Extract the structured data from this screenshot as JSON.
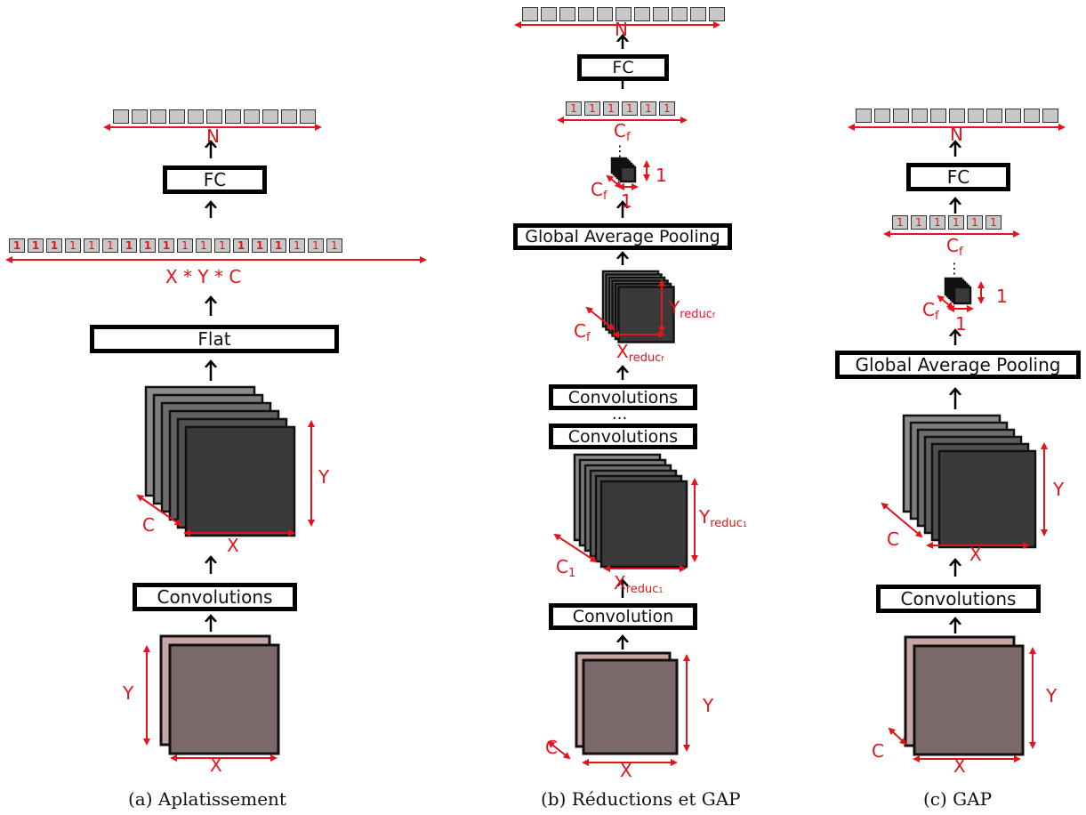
{
  "colors": {
    "annotation": "#e3141b",
    "input_square": "#c8a6a3",
    "input_inner": "#7b6a69",
    "feature_map": "#3a3a3a",
    "cell": "#c8c8c8"
  },
  "panel_a": {
    "caption": "(a) Aplatissement",
    "blocks": [
      "Convolutions",
      "Flat",
      "FC"
    ],
    "labels": {
      "input_x": "X",
      "input_y": "Y",
      "fm_x": "X",
      "fm_y": "Y",
      "fm_c": "C",
      "flat_size": "X * Y * C",
      "out_n": "N"
    },
    "flat_cells": [
      "1",
      "1",
      "1",
      "1",
      "1",
      "1",
      "1",
      "1",
      "1",
      "1",
      "1",
      "1",
      "1",
      "1",
      "1",
      "1",
      "1",
      "1"
    ],
    "flat_bold": [
      true,
      true,
      true,
      false,
      false,
      false,
      true,
      true,
      true,
      false,
      false,
      false,
      true,
      true,
      true,
      false,
      false,
      false
    ]
  },
  "panel_b": {
    "caption": "(b) Réductions et GAP",
    "blocks": [
      "Convolution",
      "Convolutions",
      "...",
      "Convolutions",
      "Global Average Pooling",
      "FC"
    ],
    "labels": {
      "input_x": "X",
      "input_y": "Y",
      "input_c": "C",
      "fm1_x": "X",
      "fm1_x_sub": "reduc",
      "fm1_x_subsub": "1",
      "fm1_y": "Y",
      "fm1_y_sub": "reduc",
      "fm1_y_subsub": "1",
      "fm1_c": "C",
      "fm1_c_sub": "1",
      "fm2_x": "X",
      "fm2_x_sub": "reduc",
      "fm2_x_subsub": "f",
      "fm2_y": "Y",
      "fm2_y_sub": "reduc",
      "fm2_y_subsub": "f",
      "fm2_c": "C",
      "fm2_c_sub": "f",
      "gap_one_right": "1",
      "gap_one_bottom": "1",
      "gap_c": "C",
      "gap_c_sub": "f",
      "vec_c": "C",
      "vec_c_sub": "f",
      "out_n": "N"
    },
    "vec_cells": [
      "1",
      "1",
      "1",
      "1",
      "1",
      "1"
    ]
  },
  "panel_c": {
    "caption": "(c) GAP",
    "blocks": [
      "Convolutions",
      "Global Average Pooling",
      "FC"
    ],
    "labels": {
      "input_x": "X",
      "input_y": "Y",
      "input_c": "C",
      "fm_x": "X",
      "fm_y": "Y",
      "fm_c": "C",
      "gap_one_right": "1",
      "gap_one_bottom": "1",
      "gap_c": "C",
      "gap_c_sub": "f",
      "vec_c": "C",
      "vec_c_sub": "f",
      "out_n": "N"
    },
    "vec_cells": [
      "1",
      "1",
      "1",
      "1",
      "1",
      "1"
    ]
  }
}
